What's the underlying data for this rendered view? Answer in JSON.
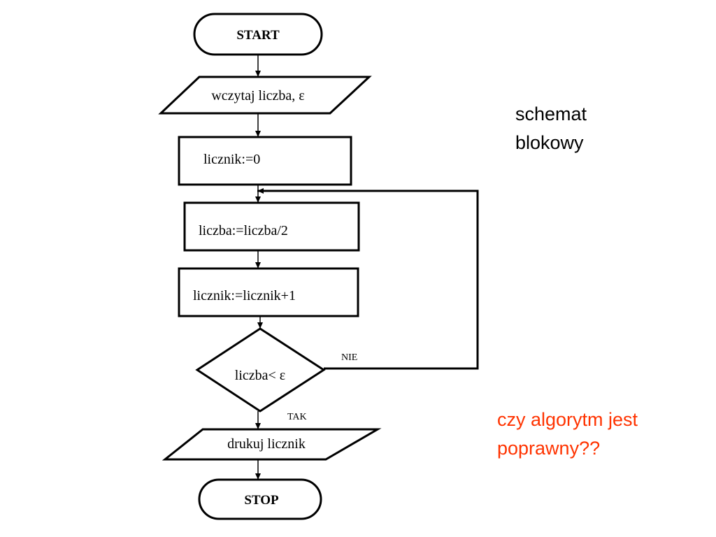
{
  "nodes": {
    "start": "START",
    "read_input": "wczytaj liczba, ε",
    "init_counter": "licznik:=0",
    "halve": "liczba:=liczba/2",
    "increment": "licznik:=licznik+1",
    "condition": "liczba< ε",
    "print": "drukuj licznik",
    "stop": "STOP"
  },
  "edge_labels": {
    "no": "NIE",
    "yes": "TAK"
  },
  "notes": {
    "title_line1": "schemat",
    "title_line2": "blokowy",
    "question_line1": "czy algorytm jest",
    "question_line2": "poprawny??"
  },
  "colors": {
    "question_text": "#ff3300",
    "lines": "#000000"
  }
}
